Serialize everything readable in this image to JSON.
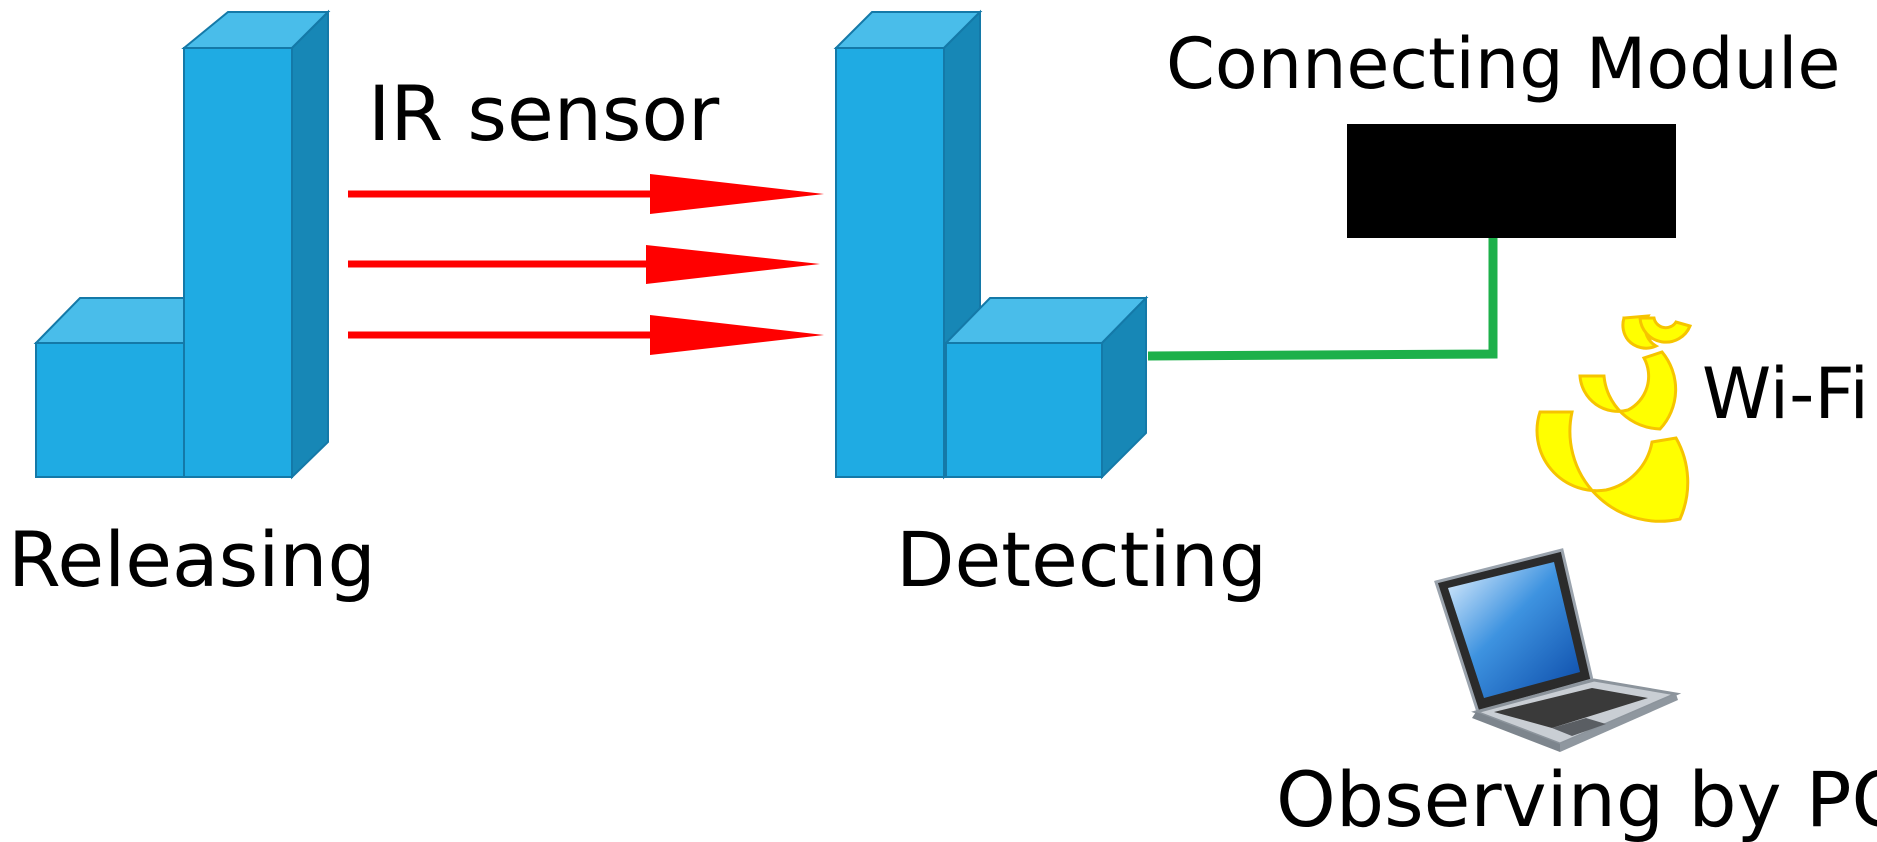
{
  "labels": {
    "releasing": "Releasing",
    "detecting": "Detecting",
    "ir_sensor": "IR sensor",
    "connecting_module": "Connecting Module",
    "wifi": "Wi-Fi",
    "observing": "Observing by PC"
  },
  "colors": {
    "block_front": "#1fabe3",
    "block_top": "#49bdea",
    "block_side": "#1787b6",
    "block_edge": "#1479a8",
    "ir": "#ff0000",
    "wifi": "#f6c400",
    "wifi_fill": "#ffff00",
    "cable": "#1db04a",
    "module": "#000000"
  },
  "icons": {
    "wifi": "wifi-icon",
    "laptop": "laptop-icon"
  }
}
